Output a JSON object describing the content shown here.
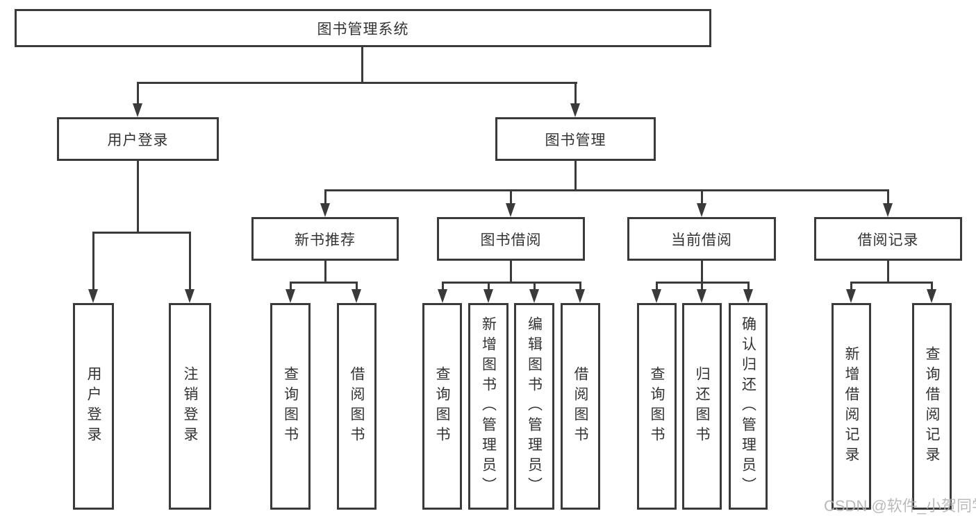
{
  "colors": {
    "line": "#3a3a3a",
    "text": "#333333",
    "background": "#ffffff",
    "watermark": "#b3b3b3"
  },
  "nodes": {
    "root": "图书管理系统",
    "l2_user_login": "用户登录",
    "l2_book_mgmt": "图书管理",
    "l3_new_book": "新书推荐",
    "l3_book_borrow": "图书借阅",
    "l3_current_borrow": "当前借阅",
    "l3_borrow_record": "借阅记录",
    "leaf_user_login": "用户登录",
    "leaf_logout": "注销登录",
    "leaf_nb_query_book": "查询图书",
    "leaf_nb_borrow_book": "借阅图书",
    "leaf_bb_query_book": "查询图书",
    "leaf_bb_add_book": "新增图书（管理员）",
    "leaf_bb_edit_book": "编辑图书（管理员）",
    "leaf_bb_borrow_book": "借阅图书",
    "leaf_cb_query_book": "查询图书",
    "leaf_cb_return_book": "归还图书",
    "leaf_cb_confirm_return": "确认归还（管理员）",
    "leaf_br_add_record": "新增借阅记录",
    "leaf_br_query_record": "查询借阅记录"
  },
  "watermark": {
    "text": "CSDN @软件_小贺同学"
  }
}
